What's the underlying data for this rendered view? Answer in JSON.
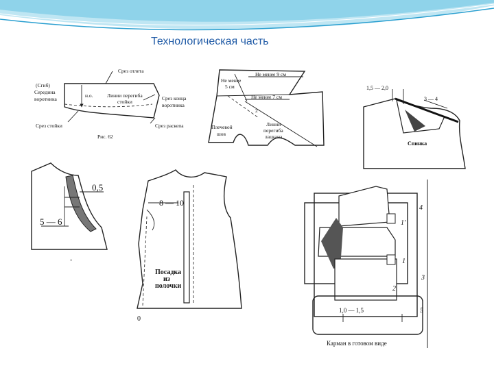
{
  "slide": {
    "title": "Технологическая часть",
    "theme_color": "#1f5aa6",
    "wave_colors": [
      "#8fd3ea",
      "#2a9fd0"
    ]
  },
  "fig_collar": {
    "labels": {
      "cut_otlet": "Срез отлета",
      "fold": "(Сгиб)",
      "middle": "Середина",
      "collar_word": "воротника",
      "no": "н.о.",
      "fold_line_1": "Линии перегиба",
      "fold_line_2": "стойки",
      "end_1": "Срез конца",
      "end_2": "воротника",
      "stand": "Срез стойки",
      "raskep": "Срез раскепа",
      "caption": "Рис. 62"
    }
  },
  "fig_lapel": {
    "labels": {
      "min9": "Не менее 9 см",
      "min5_1": "Не менее",
      "min5_2": "5 см",
      "min7": "Не менее 7 см",
      "num2": "2",
      "shoulder_1": "Плечевой",
      "shoulder_2": "шов",
      "lapel_1": "Линии",
      "lapel_2": "перегиба",
      "lapel_3": "лацкана"
    }
  },
  "fig_back": {
    "labels": {
      "dim1": "1,5 — 2,0",
      "dim2": "3 — 4",
      "back": "Спинка"
    }
  },
  "fig_armhole": {
    "labels": {
      "d05": "0,5",
      "d56": "5 — 6",
      "dash": "-"
    }
  },
  "fig_vest": {
    "labels": {
      "d810": "8 — 10",
      "ease_1": "Посадка",
      "ease_2": "из",
      "ease_3": "полочки",
      "zero": "0"
    }
  },
  "fig_pocket": {
    "labels": {
      "n4": "4",
      "n1p": "1'",
      "n1": "1",
      "n3": "3",
      "n2": "2",
      "n5": "5",
      "dim": "1,0 — 1,5",
      "caption": "Карман в готовом виде"
    }
  }
}
